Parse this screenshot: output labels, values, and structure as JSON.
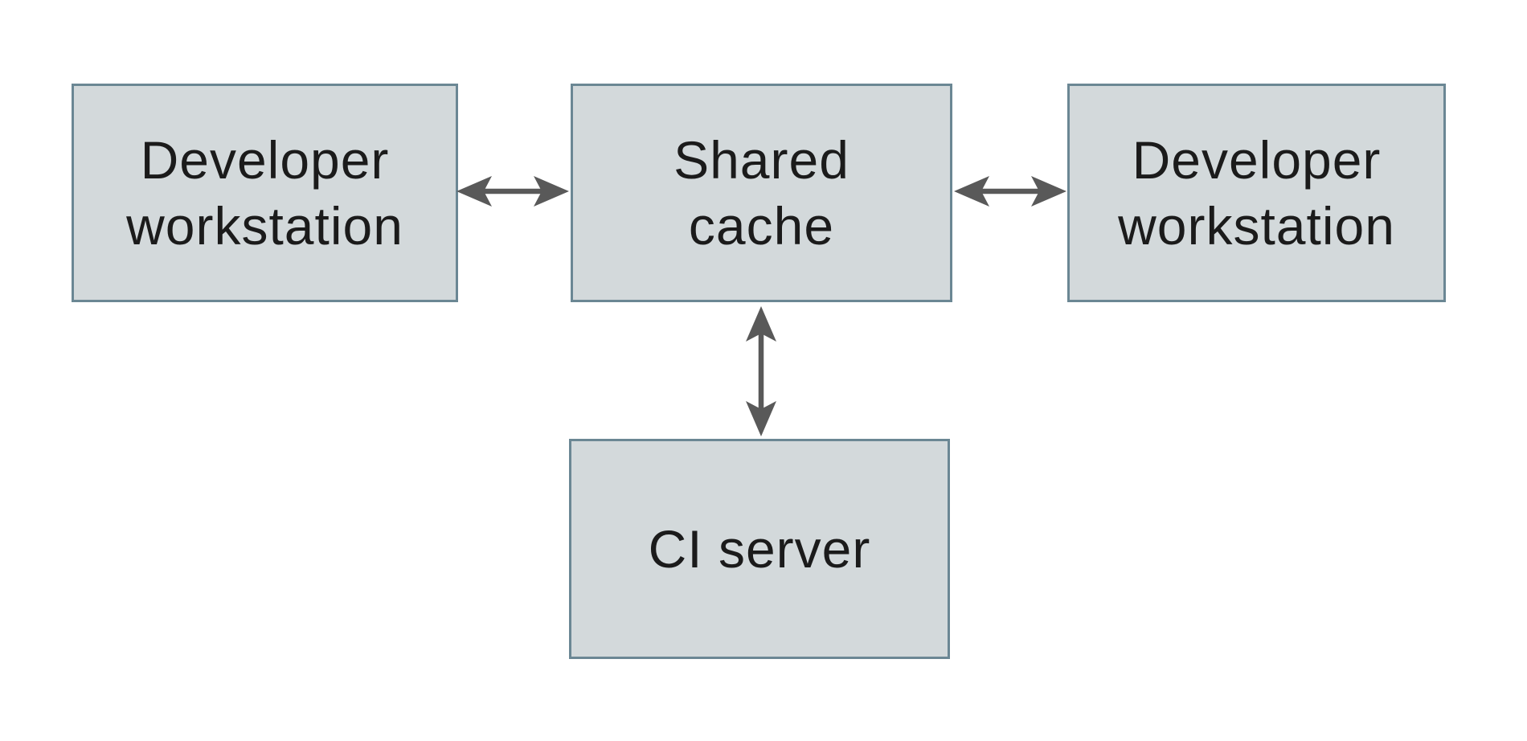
{
  "diagram": {
    "theme": {
      "background": "#ffffff",
      "node_fill": "#d3d9db",
      "node_border": "#6b8794",
      "text": "#1b1b1b",
      "arrow": "#595959"
    },
    "nodes": [
      {
        "id": "developer-workstation-left",
        "label": "Developer workstation",
        "lines": [
          "Developer",
          "workstation"
        ]
      },
      {
        "id": "shared-cache",
        "label": "Shared cache",
        "lines": [
          "Shared",
          "cache"
        ]
      },
      {
        "id": "developer-workstation-right",
        "label": "Developer workstation",
        "lines": [
          "Developer",
          "workstation"
        ]
      },
      {
        "id": "ci-server",
        "label": "CI server",
        "lines": [
          "CI server"
        ]
      }
    ],
    "edges": [
      {
        "from": "developer-workstation-left",
        "to": "shared-cache",
        "direction": "bidirectional"
      },
      {
        "from": "shared-cache",
        "to": "developer-workstation-right",
        "direction": "bidirectional"
      },
      {
        "from": "shared-cache",
        "to": "ci-server",
        "direction": "bidirectional"
      }
    ]
  }
}
